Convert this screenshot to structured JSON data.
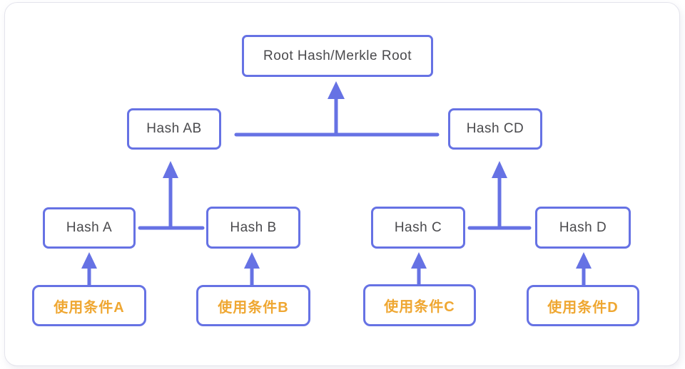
{
  "colors": {
    "node_border": "#6672e4",
    "node_text": "#4a4a4d",
    "leaf_text": "#efa732",
    "card_border": "#e4e4ec",
    "card_bg": "#ffffff",
    "page_bg": "#ffffff"
  },
  "diagram": {
    "type": "merkle-tree",
    "nodes": {
      "root": "Root Hash/Merkle Root",
      "hash_ab": "Hash AB",
      "hash_cd": "Hash CD",
      "hash_a": "Hash A",
      "hash_b": "Hash B",
      "hash_c": "Hash C",
      "hash_d": "Hash D",
      "leaf_a": "使用条件A",
      "leaf_b": "使用条件B",
      "leaf_c": "使用条件C",
      "leaf_d": "使用条件D"
    },
    "edges": [
      {
        "from": [
          "hash_ab",
          "hash_cd"
        ],
        "to": "root"
      },
      {
        "from": [
          "hash_a",
          "hash_b"
        ],
        "to": "hash_ab"
      },
      {
        "from": [
          "hash_c",
          "hash_d"
        ],
        "to": "hash_cd"
      },
      {
        "from": [
          "leaf_a"
        ],
        "to": "hash_a"
      },
      {
        "from": [
          "leaf_b"
        ],
        "to": "hash_b"
      },
      {
        "from": [
          "leaf_c"
        ],
        "to": "hash_c"
      },
      {
        "from": [
          "leaf_d"
        ],
        "to": "hash_d"
      }
    ]
  }
}
